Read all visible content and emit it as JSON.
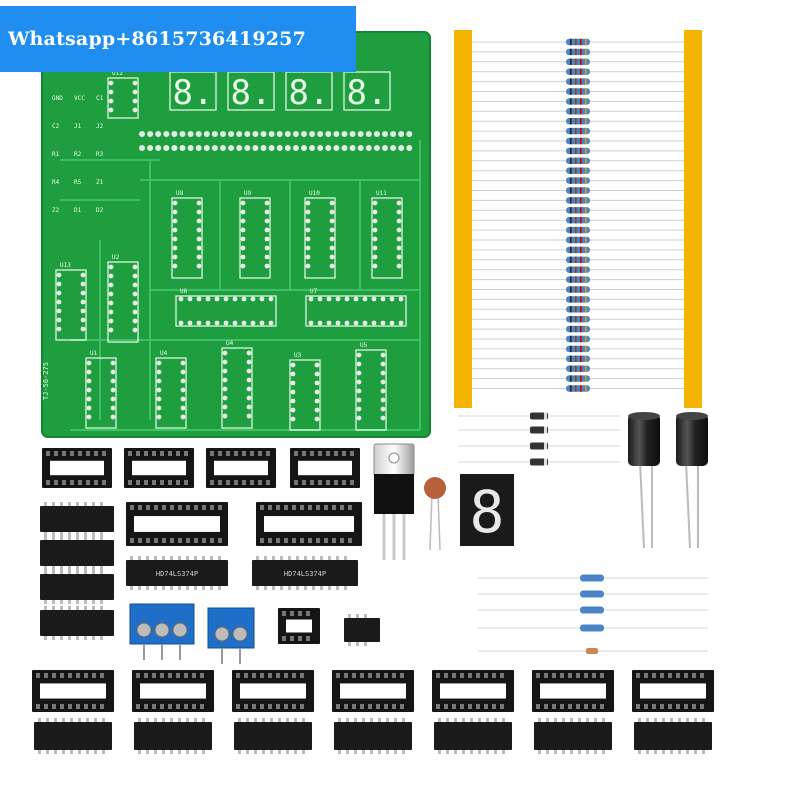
{
  "banner": {
    "text": "Whatsapp+8615736419257"
  },
  "pcb": {
    "silk_label": "TJ-56-275",
    "digit_labels": [
      "8.",
      "8.",
      "8.",
      "8."
    ],
    "ic_labels": [
      "U8",
      "U9",
      "U10",
      "U11",
      "U6",
      "U7",
      "U1",
      "U4",
      "U4",
      "U3",
      "U5",
      "U2",
      "U13",
      "U12"
    ],
    "misc_labels": [
      "GND",
      "VCC",
      "C1",
      "C2",
      "J1",
      "J2",
      "R1",
      "R2",
      "R3",
      "R4",
      "R5",
      "Z1",
      "Z2",
      "D1",
      "D2"
    ]
  },
  "chips": {
    "latch_marking": "HD74LS374P"
  },
  "display": {
    "digit": "8"
  },
  "colors": {
    "pcb": "#1f9e3f",
    "pcb_trace": "#3fc064",
    "tape": "#f5b400",
    "resistor": "#4a84c6",
    "terminal": "#1f6fc9",
    "ic": "#1a1a1a",
    "banner": "#1f8ef0"
  }
}
